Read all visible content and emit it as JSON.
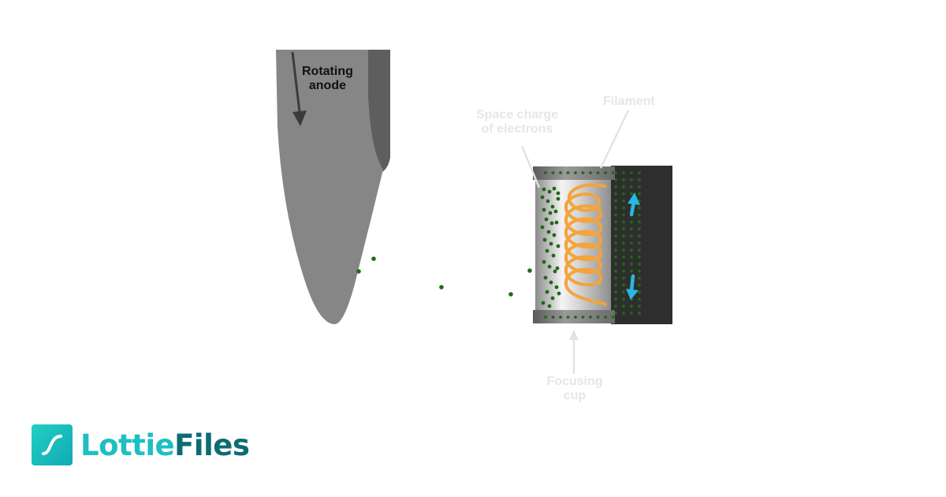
{
  "diagram": {
    "labels": {
      "rotating_anode": [
        "Rotating",
        "anode"
      ],
      "space_charge": [
        "Space charge",
        "of electrons"
      ],
      "filament": [
        "Filament"
      ],
      "focusing_cup": [
        "Focusing",
        "cup"
      ]
    },
    "colors": {
      "anode": "#868686",
      "anode_edge": "#5e5e5e",
      "electron": "#1e6b14",
      "filament_coil": "#f3a43b",
      "current_arrow": "#29b7e3",
      "cathode_block": "#2e2e2e",
      "label_faint": "#e6e6e6"
    },
    "icons": [
      "rotation-arrow-icon",
      "current-up-arrow-icon",
      "current-down-arrow-icon"
    ]
  },
  "brand": {
    "name_part1": "Lottie",
    "name_part2": "Files",
    "icon": "lottie-logo-icon"
  }
}
